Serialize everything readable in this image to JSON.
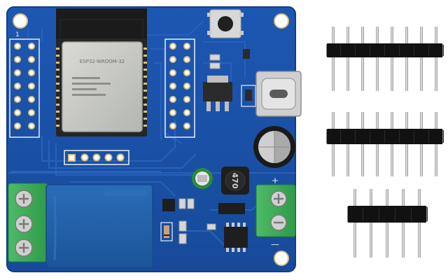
{
  "scene": {
    "subject": "ESP32 relay development board with pin headers",
    "colors": {
      "background": "#ffffff",
      "pcb": "#1a4fa3",
      "pcb_edge": "#16418a",
      "trace": "#2a63bf",
      "silkscreen": "#e8eef8",
      "module_shield": "#c8c9c5",
      "module_antenna": "#1b1b1b",
      "terminal_green": "#3fae5a",
      "relay_blue": "#1f5fa8",
      "header_black": "#111111",
      "pin_metal": "#c9c9c9",
      "pad_gold": "#d9c07a"
    }
  },
  "labels": {
    "module_marking": "ESP32-WROOM-32",
    "pin1_marker": "1",
    "inductor_marking": "470",
    "terminal_plus": "+",
    "terminal_minus": "—"
  },
  "headers": {
    "long_8pin_rows": 2,
    "long_8pin_count": 8,
    "short_5pin_count": 5
  }
}
